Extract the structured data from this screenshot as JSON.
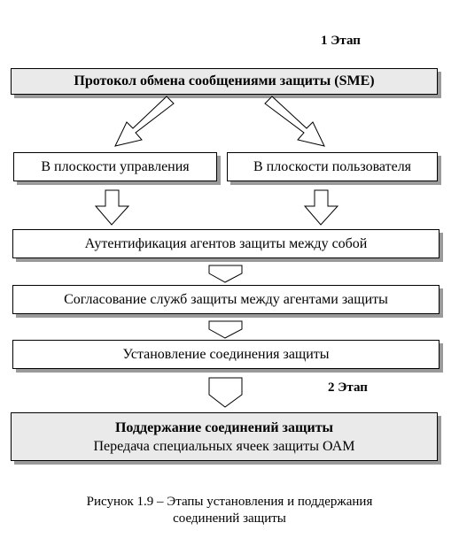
{
  "stage1": "1 Этап",
  "stage2": "2 Этап",
  "top_box": "Протокол обмена сообщениями защиты (SME)",
  "left_box": "В плоскости управления",
  "right_box": "В плоскости пользователя",
  "step1": "Аутентификация агентов защиты между собой",
  "step2": "Согласование служб защиты между агентами защиты",
  "step3": "Установление соединения защиты",
  "final_title": "Поддержание соединений защиты",
  "final_subtitle": "Передача специальных ячеек защиты ОАМ",
  "caption_line1": "Рисунок 1.9 – Этапы установления и поддержания",
  "caption_line2": "соединений защиты"
}
